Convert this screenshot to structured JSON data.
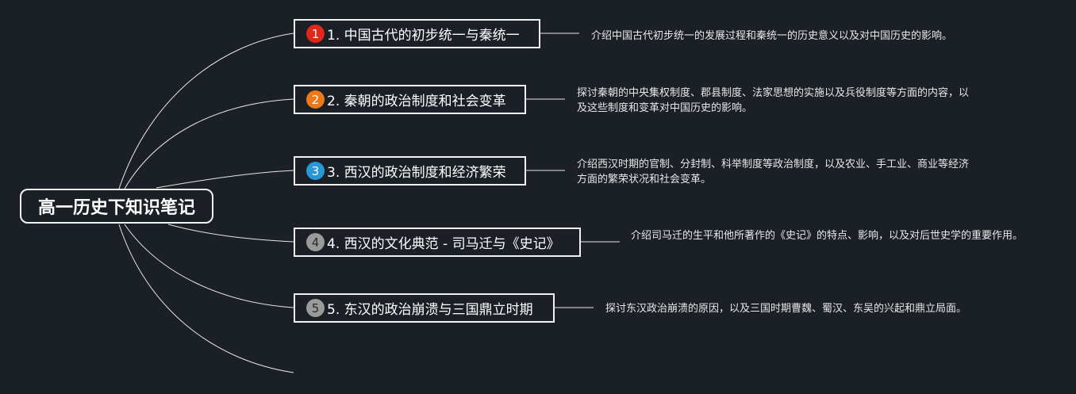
{
  "root": {
    "title": "高一历史下知识笔记"
  },
  "colors": {
    "background": "#1b1f26",
    "node_border": "#f2f2f2",
    "connector": "#e6e6e6"
  },
  "topics": [
    {
      "num": "1",
      "badge_icon": "priority-1-icon",
      "badge_color": "#e0271c",
      "label": "1. 中国古代的初步统一与秦统一",
      "note": "介绍中国古代初步统一的发展过程和秦统一的历史意义以及对中国历史的影响。"
    },
    {
      "num": "2",
      "badge_icon": "priority-2-icon",
      "badge_color": "#ec7a1c",
      "label": "2. 秦朝的政治制度和社会变革",
      "note": "探讨秦朝的中央集权制度、郡县制度、法家思想的实施以及兵役制度等方面的内容，以及这些制度和变革对中国历史的影响。"
    },
    {
      "num": "3",
      "badge_icon": "priority-3-icon",
      "badge_color": "#2698d8",
      "label": "3. 西汉的政治制度和经济繁荣",
      "note": "介绍西汉时期的官制、分封制、科举制度等政治制度，以及农业、手工业、商业等经济方面的繁荣状况和社会变革。"
    },
    {
      "num": "4",
      "badge_icon": "priority-4-icon",
      "badge_color": "#9a9a9a",
      "label": "4. 西汉的文化典范 - 司马迁与《史记》",
      "note": "介绍司马迁的生平和他所著作的《史记》的特点、影响，以及对后世史学的重要作用。"
    },
    {
      "num": "5",
      "badge_icon": "priority-5-icon",
      "badge_color": "#9a9a9a",
      "label": "5. 东汉的政治崩溃与三国鼎立时期",
      "note": "探讨东汉政治崩溃的原因，以及三国时期曹魏、蜀汉、东吴的兴起和鼎立局面。"
    }
  ]
}
